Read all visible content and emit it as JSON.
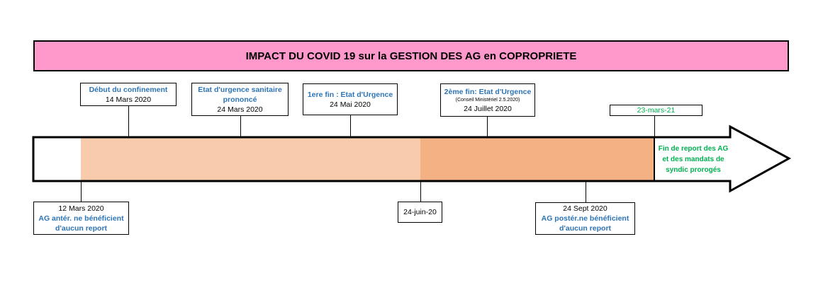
{
  "title": "IMPACT DU COVID 19 sur la GESTION DES AG en COPROPRIETE",
  "events_top": [
    {
      "label": "Début du confinement",
      "date": "14 Mars 2020"
    },
    {
      "label_line1": "Etat d'urgence sanitaire",
      "label_line2": "prononcé",
      "date": "24 Mars 2020"
    },
    {
      "label": "1ere fin : Etat d'Urgence",
      "date": "24 Mai 2020"
    },
    {
      "label": "2ème fin: Etat d'Urgence",
      "note": "(Conseil Ministériel 2.5.2020)",
      "date": "24 Juillet 2020"
    },
    {
      "date": "23-mars-21"
    }
  ],
  "events_bottom": [
    {
      "date": "12 Mars 2020",
      "label_line1": "AG antér. ne bénéficient",
      "label_line2": "d'aucun report"
    },
    {
      "date": "24-juin-20"
    },
    {
      "date": "24 Sept 2020",
      "label_line1": "AG postér.ne bénéficient",
      "label_line2": "d'aucun report"
    }
  ],
  "end_label": [
    "Fin de report des AG",
    "et des mandats de",
    "syndic prorogés"
  ],
  "colors": {
    "title_bg": "#ff99cc",
    "segment_light": "#f8cbad",
    "segment_dark": "#f4b183",
    "label_blue": "#2e74b5",
    "label_green": "#00b050"
  }
}
